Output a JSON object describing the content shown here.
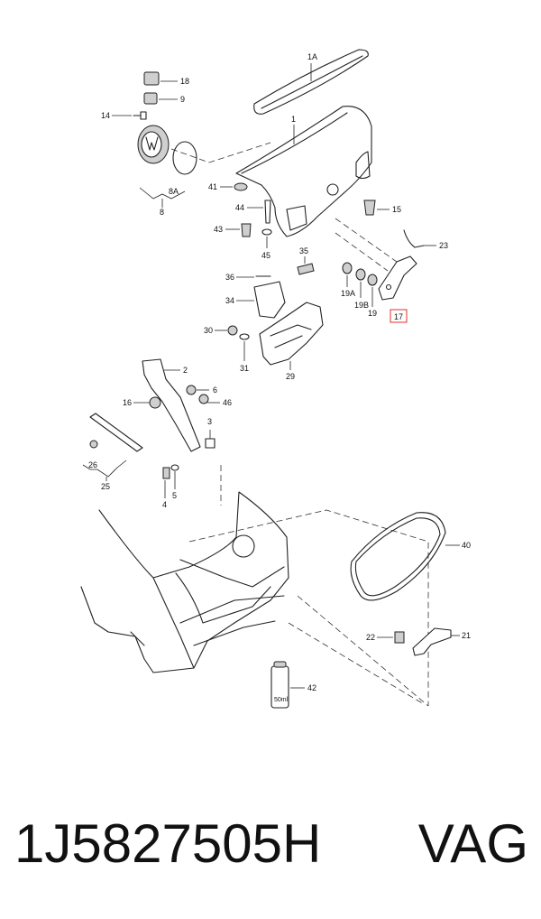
{
  "diagram": {
    "callouts": {
      "c1A": "1A",
      "c1": "1",
      "c18": "18",
      "c9": "9",
      "c14": "14",
      "c8A": "8A",
      "c8": "8",
      "c41": "41",
      "c44": "44",
      "c43": "43",
      "c45": "45",
      "c15": "15",
      "c23": "23",
      "c35": "35",
      "c36": "36",
      "c34": "34",
      "c19A": "19A",
      "c19B": "19B",
      "c19": "19",
      "c17": "17",
      "c30": "30",
      "c31": "31",
      "c29": "29",
      "c2": "2",
      "c6": "6",
      "c16": "16",
      "c46": "46",
      "c3": "3",
      "c26": "26",
      "c25": "25",
      "c4": "4",
      "c5": "5",
      "c40": "40",
      "c22": "22",
      "c21": "21",
      "c42": "42",
      "can_label": "50ml"
    },
    "highlight_color": "#e0302a"
  },
  "footer": {
    "part_number": "1J5827505H",
    "brand": "VAG"
  }
}
